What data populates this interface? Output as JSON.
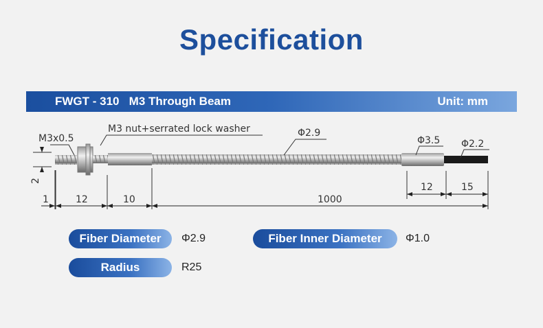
{
  "title": "Specification",
  "header": {
    "model": "FWGT - 310   M3 Through Beam",
    "unit": "Unit: mm"
  },
  "diagram": {
    "thread_label": "M3x0.5",
    "nut_label": "M3 nut+serrated lock washer",
    "fiber_dia_label": "Φ2.9",
    "sleeve_dia_label": "Φ3.5",
    "cable_dia_label": "Φ2.2",
    "dims": {
      "height": "2",
      "tip": "1",
      "thread": "12",
      "sleeve": "10",
      "fiber": "1000",
      "end_sleeve": "12",
      "cable": "15"
    }
  },
  "specs": [
    {
      "label": "Fiber Diameter",
      "value": "Φ2.9"
    },
    {
      "label": "Fiber Inner Diameter",
      "value": "Φ1.0"
    },
    {
      "label": "Radius",
      "value": "R25"
    }
  ]
}
